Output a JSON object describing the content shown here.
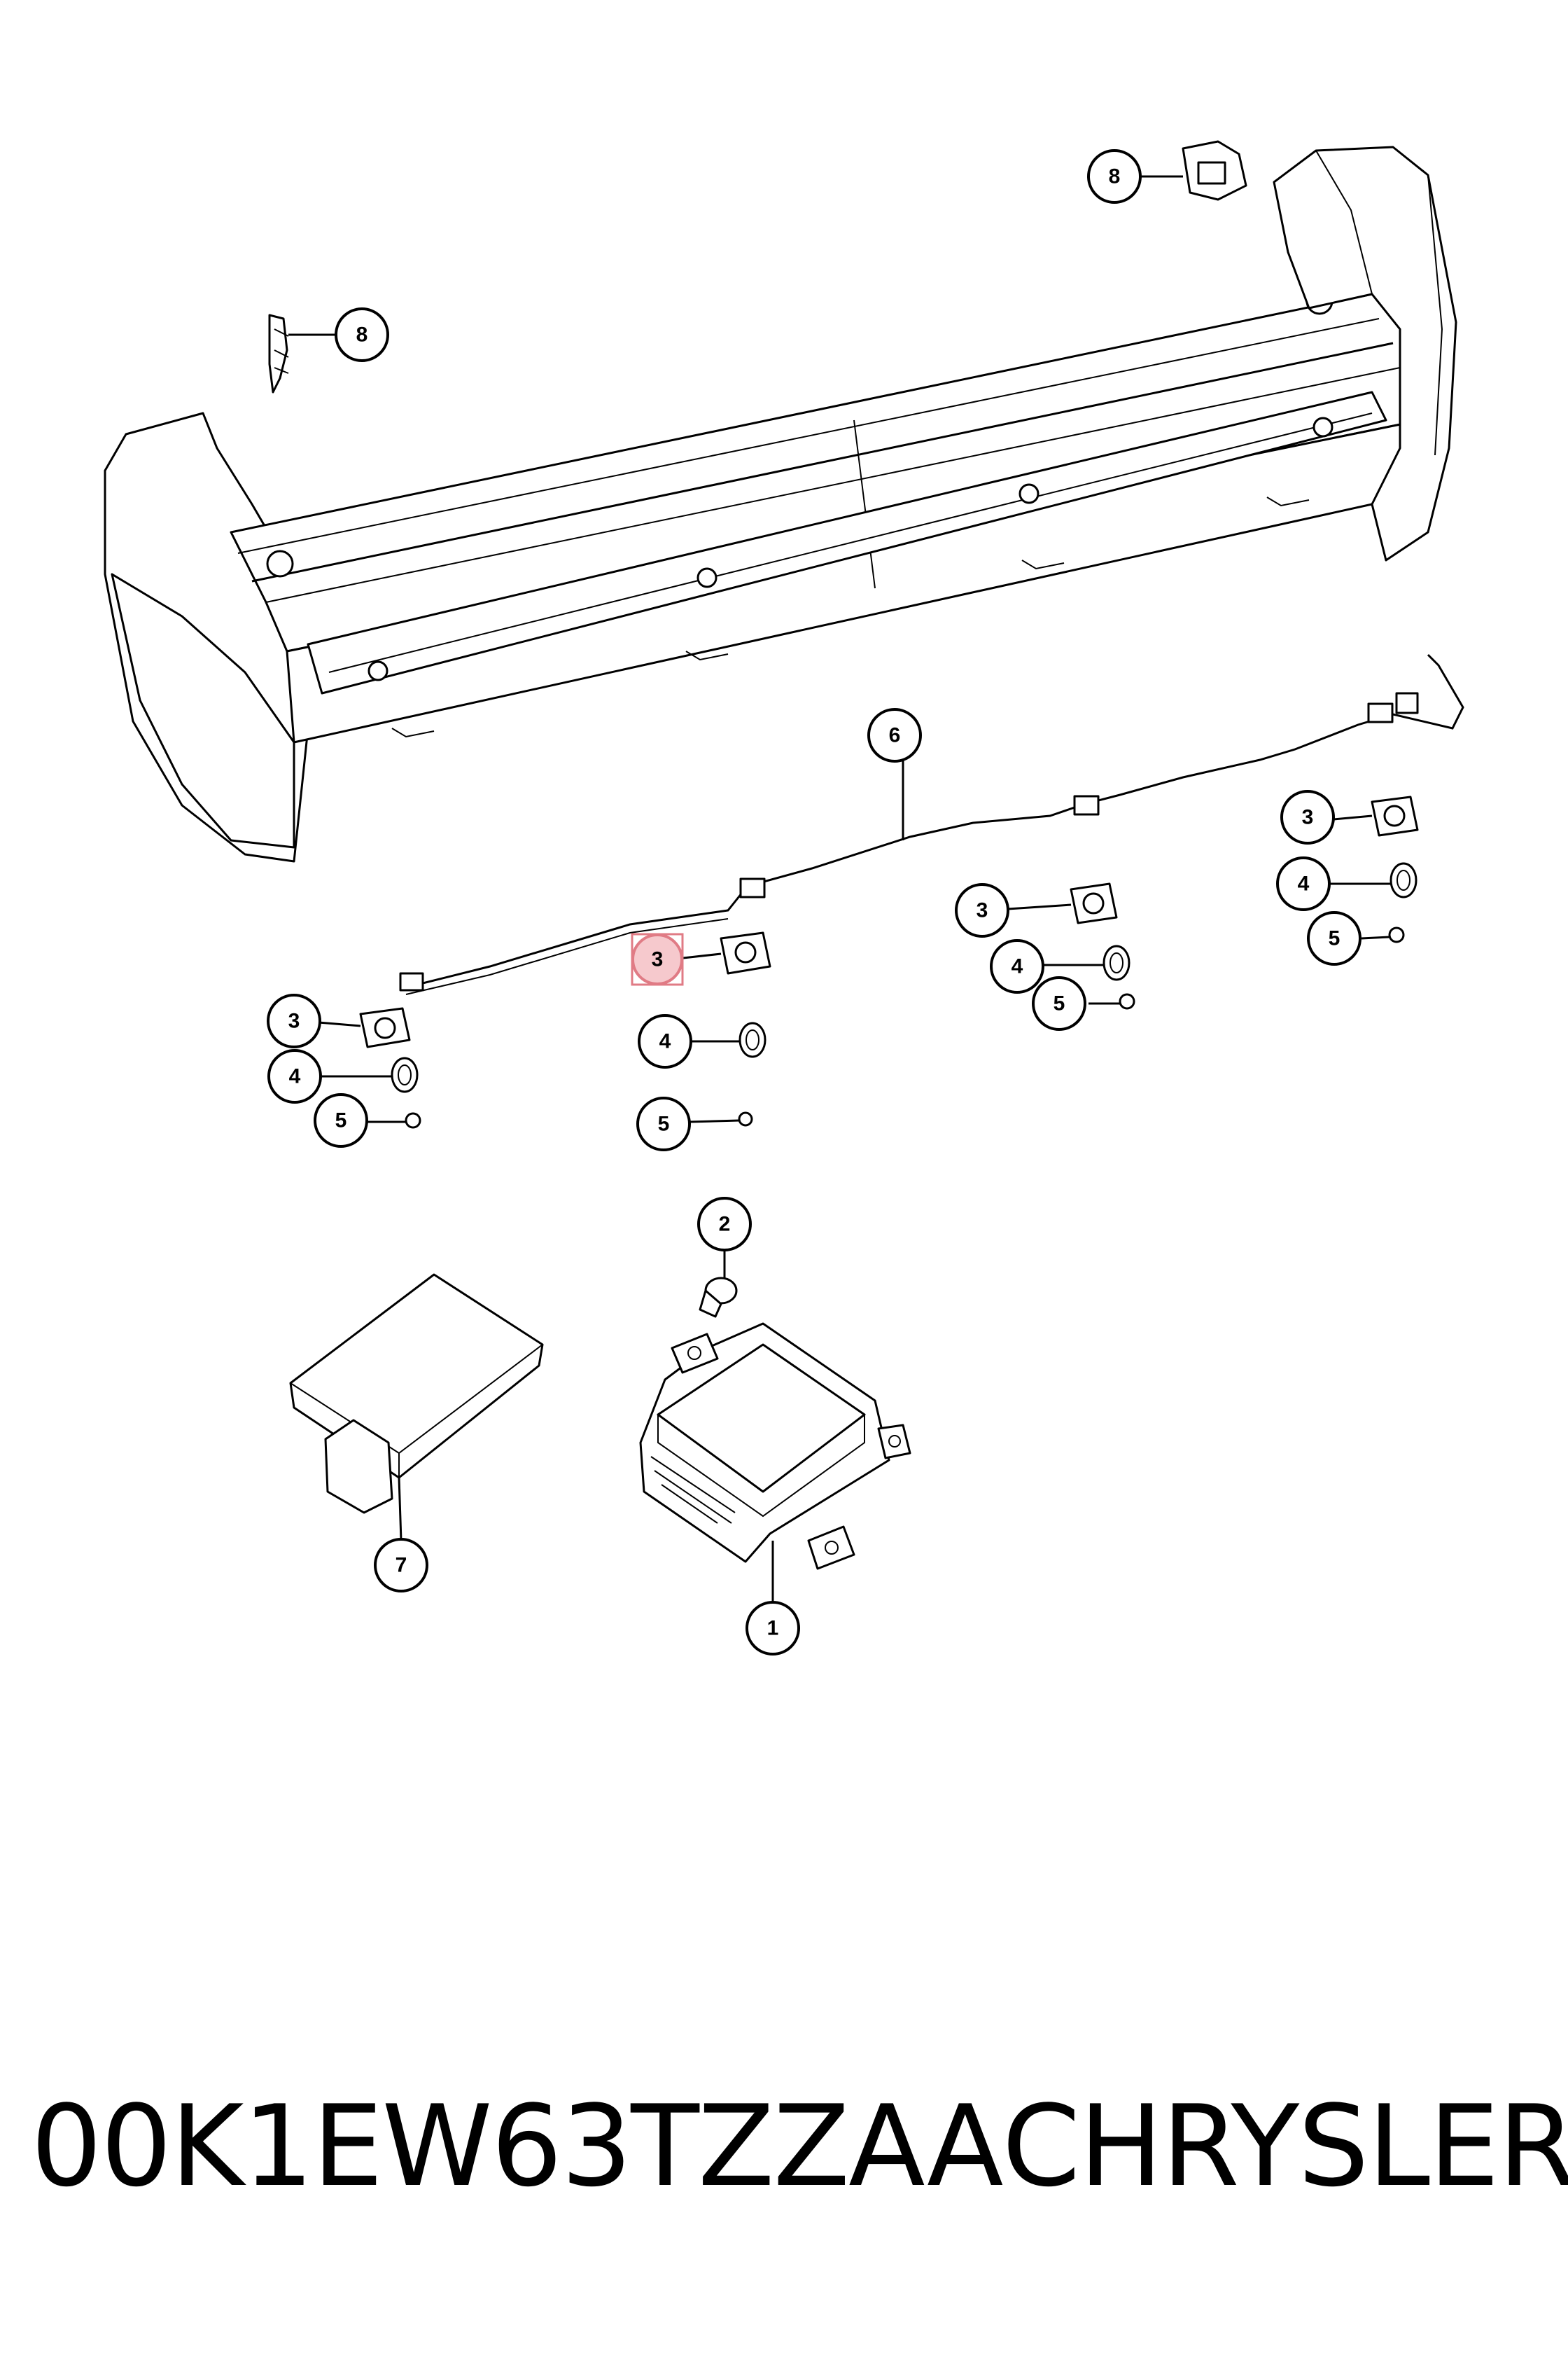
{
  "footer": {
    "part_number": "00K1EW63TZZAA",
    "brand": "CHRYSLER"
  },
  "callouts": {
    "c1": "1",
    "c2": "2",
    "c3a": "3",
    "c3b": "3",
    "c3c": "3",
    "c3d": "3",
    "c4a": "4",
    "c4b": "4",
    "c4c": "4",
    "c4d": "4",
    "c5a": "5",
    "c5b": "5",
    "c5c": "5",
    "c5d": "5",
    "c6": "6",
    "c7": "7",
    "c8a": "8",
    "c8b": "8"
  },
  "highlight": {
    "color": "#f6c9cd",
    "border_color": "#e07b85"
  }
}
